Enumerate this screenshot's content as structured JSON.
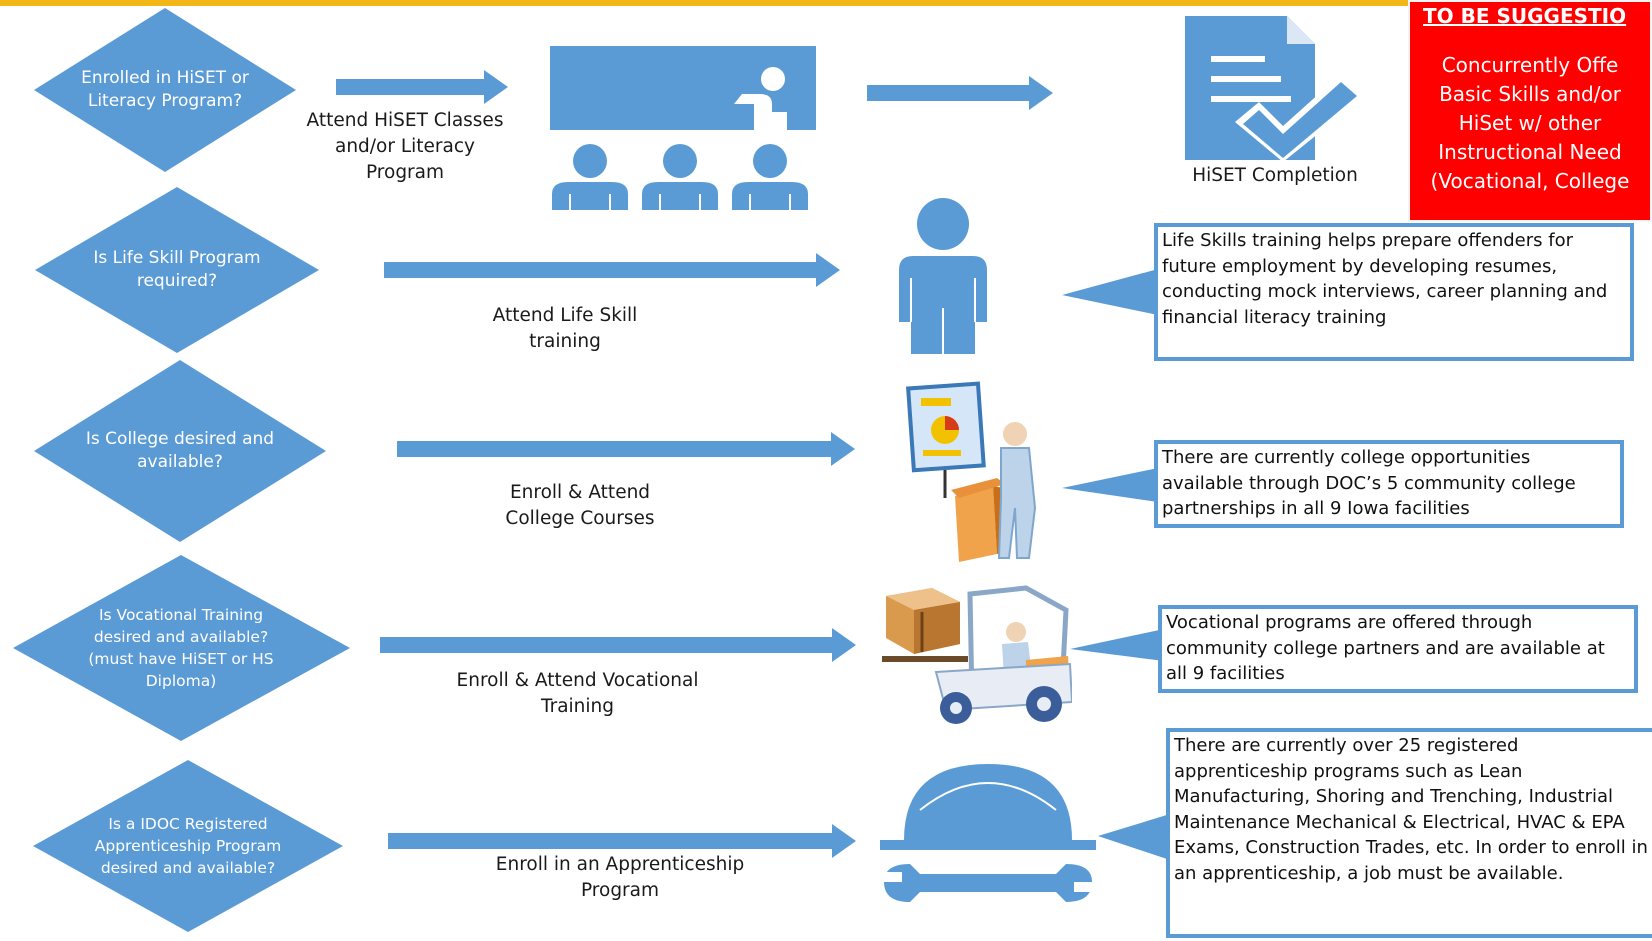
{
  "colors": {
    "accent": "#5b9bd5",
    "topbar": "#f2b619",
    "alert": "#ff0000"
  },
  "rows": [
    {
      "question": "Enrolled in HiSET or Literacy Program?",
      "action": "Attend HiSET Classes and/or Literacy Program",
      "icon": "classroom-teacher-icon"
    },
    {
      "question": "Is Life Skill Program required?",
      "action": "Attend Life Skill training",
      "icon": "person-icon",
      "callout": "Life Skills training helps prepare offenders for future employment by developing resumes, conducting mock interviews, career planning and financial literacy training"
    },
    {
      "question": "Is College desired and available?",
      "action": "Enroll & Attend College Courses",
      "icon": "lecturer-podium-icon",
      "callout": "There are currently college opportunities available through DOC’s 5 community college partnerships in all 9 Iowa facilities"
    },
    {
      "question": "Is Vocational Training desired and available? (must have HiSET or HS Diploma)",
      "action": "Enroll & Attend Vocational Training",
      "icon": "forklift-icon",
      "callout": "Vocational programs are offered through community college partners and are available at all 9 facilities"
    },
    {
      "question": "Is a IDOC Registered Apprenticeship Program desired and available?",
      "action": "Enroll in an Apprenticeship Program",
      "icon": "hardhat-wrench-icon",
      "callout": "There are currently over 25 registered apprenticeship programs such as Lean Manufacturing, Shoring and Trenching, Industrial Maintenance Mechanical & Electrical, HVAC & EPA Exams, Construction Trades, etc.  In order to enroll in an apprenticeship, a job must be available."
    }
  ],
  "completion": {
    "label": "HiSET Completion",
    "icon": "document-check-icon"
  },
  "suggestion": {
    "title": "TO BE SUGGESTIO",
    "lines": [
      "Concurrently Offe",
      "Basic Skills and/or",
      "HiSet w/ other",
      "Instructional Need",
      "(Vocational, College"
    ]
  }
}
